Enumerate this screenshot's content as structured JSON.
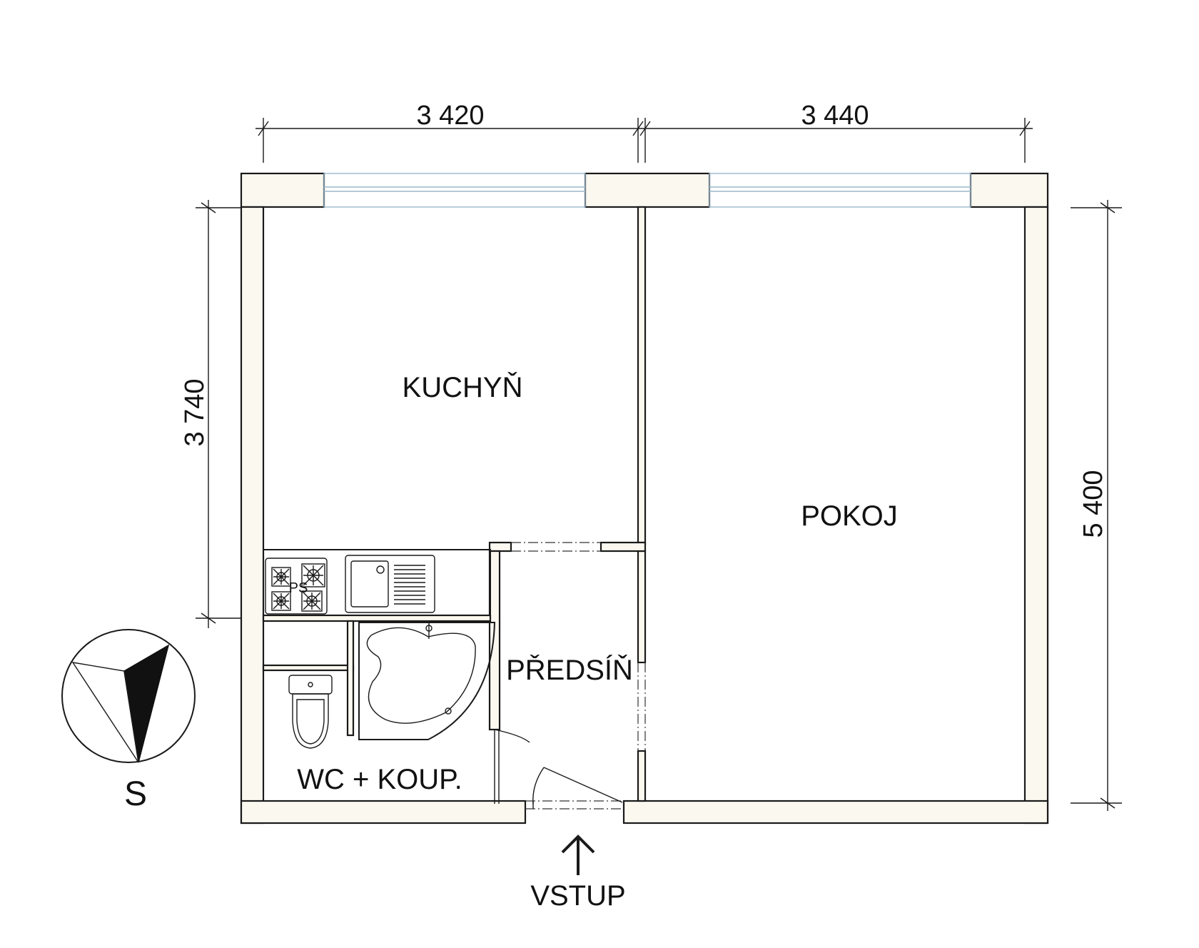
{
  "dimensions": {
    "top_left": "3 420",
    "top_right": "3 440",
    "left": "3 740",
    "right": "5 400"
  },
  "rooms": {
    "kitchen": "KUCHYŇ",
    "living": "POKOJ",
    "hall": "PŘEDSÍŇ",
    "bath": "WC + KOUP."
  },
  "fixtures": {
    "stove_label": "PS"
  },
  "entrance": "VSTUP",
  "compass": {
    "label": "S"
  },
  "colors": {
    "wall_fill": "#fbf8f0",
    "window": "#9ab8cc"
  }
}
